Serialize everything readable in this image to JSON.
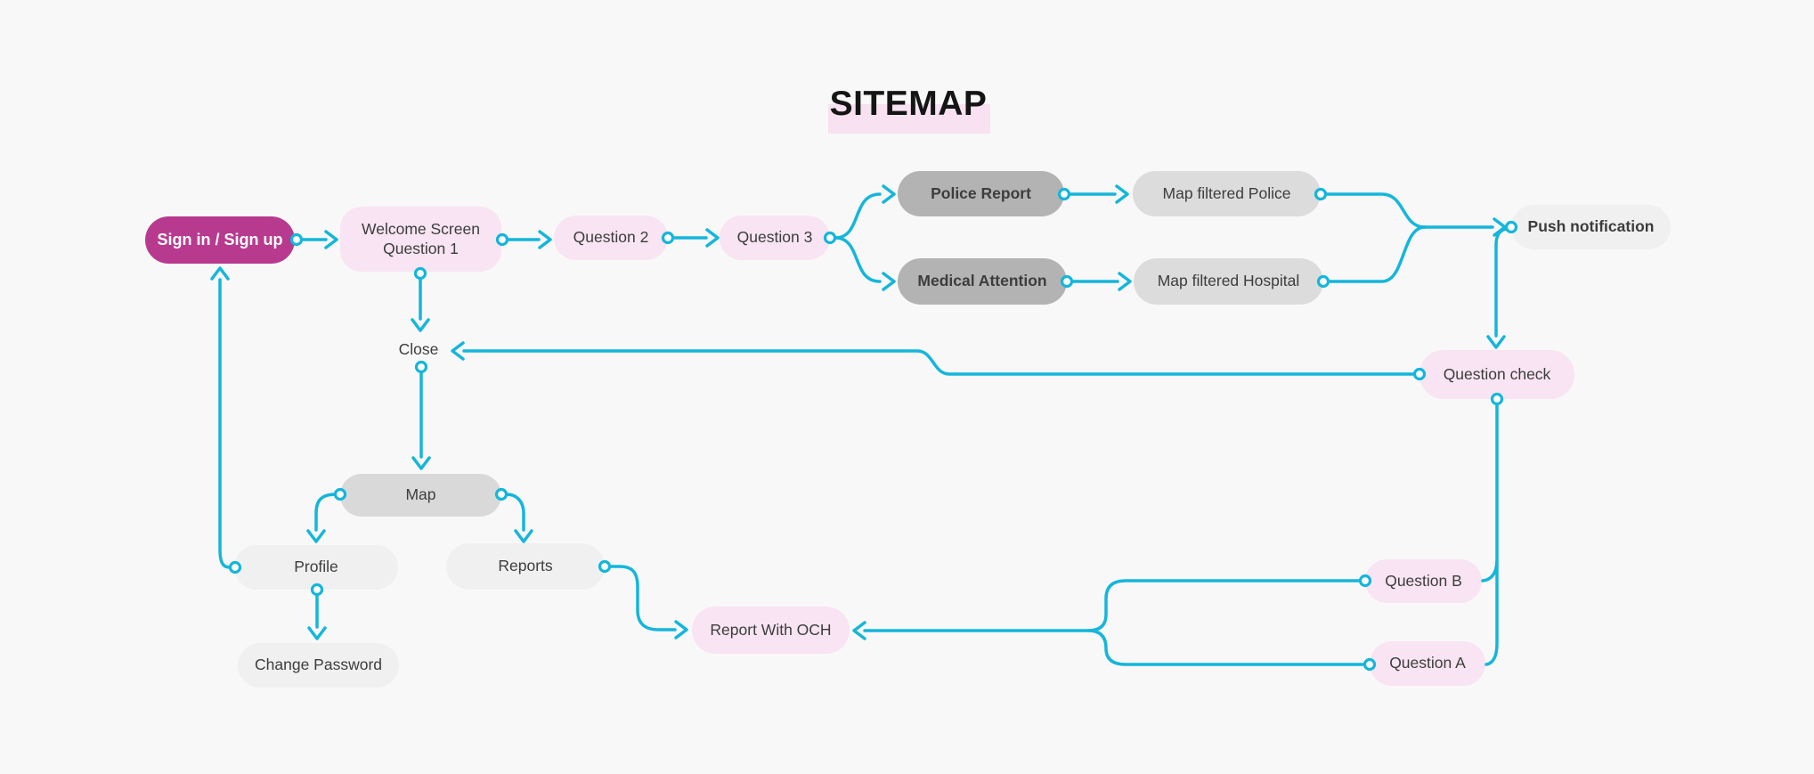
{
  "title": "SITEMAP",
  "colors": {
    "background": "#f8f8f8",
    "connector": "#14b6da",
    "primary_node": "#b83a8e",
    "pink_node": "#f8e4f2",
    "gray_node": "#b3b3b3",
    "light_gray_node": "#dcdcdc",
    "map_node": "#d9d9d9",
    "ghost_node": "#f0f0f0",
    "title_highlight": "#f8e1f0",
    "text_dark": "#3d3d3d",
    "node_text_white": "#ffffff"
  },
  "nodes": {
    "signin": {
      "label": "Sign in / Sign up"
    },
    "welcome": {
      "line1": "Welcome Screen",
      "line2": "Question 1"
    },
    "question2": {
      "label": "Question 2"
    },
    "question3": {
      "label": "Question 3"
    },
    "police_report": {
      "label": "Police Report"
    },
    "medical_attention": {
      "label": "Medical Attention"
    },
    "map_filtered_police": {
      "label": "Map filtered Police"
    },
    "map_filtered_hospital": {
      "label": "Map filtered Hospital"
    },
    "push_notification": {
      "label": "Push notification"
    },
    "question_check": {
      "label": "Question check"
    },
    "close": {
      "label": "Close"
    },
    "map": {
      "label": "Map"
    },
    "profile": {
      "label": "Profile"
    },
    "reports": {
      "label": "Reports"
    },
    "change_password": {
      "label": "Change Password"
    },
    "report_with_och": {
      "label": "Report With OCH"
    },
    "question_b": {
      "label": "Question B"
    },
    "question_a": {
      "label": "Question A"
    }
  },
  "edges": [
    {
      "from": "signin",
      "to": "welcome"
    },
    {
      "from": "welcome",
      "to": "question2"
    },
    {
      "from": "question2",
      "to": "question3"
    },
    {
      "from": "question3",
      "to": "police_report"
    },
    {
      "from": "question3",
      "to": "medical_attention"
    },
    {
      "from": "police_report",
      "to": "map_filtered_police"
    },
    {
      "from": "medical_attention",
      "to": "map_filtered_hospital"
    },
    {
      "from": "map_filtered_police",
      "to": "push_notification"
    },
    {
      "from": "map_filtered_hospital",
      "to": "push_notification"
    },
    {
      "from": "push_notification",
      "to": "question_check"
    },
    {
      "from": "question_check",
      "to": "close"
    },
    {
      "from": "welcome",
      "to": "close"
    },
    {
      "from": "close",
      "to": "map"
    },
    {
      "from": "map",
      "to": "profile"
    },
    {
      "from": "map",
      "to": "reports"
    },
    {
      "from": "profile",
      "to": "signin"
    },
    {
      "from": "profile",
      "to": "change_password"
    },
    {
      "from": "reports",
      "to": "report_with_och"
    },
    {
      "from": "question_check",
      "to": "question_b"
    },
    {
      "from": "question_check",
      "to": "question_a"
    },
    {
      "from": "question_b",
      "to": "report_with_och"
    },
    {
      "from": "question_a",
      "to": "report_with_och"
    }
  ]
}
